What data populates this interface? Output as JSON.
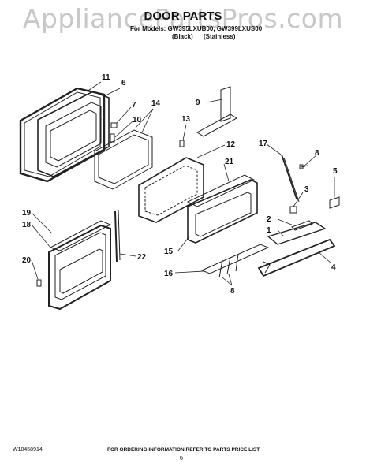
{
  "watermark": "AppliancePartsPros.com",
  "header": {
    "title": "DOOR PARTS",
    "models_prefix": "For Models: GW395LXUB00, GW399LXUS00",
    "variant_black": "(Black)",
    "variant_stainless": "(Stainless)"
  },
  "callouts": [
    "11",
    "6",
    "7",
    "14",
    "10",
    "9",
    "13",
    "12",
    "21",
    "17",
    "8",
    "5",
    "3",
    "2",
    "1",
    "4",
    "19",
    "18",
    "20",
    "22",
    "15",
    "16",
    "8"
  ],
  "footer": {
    "doc_number": "W10458914",
    "page_number": "6",
    "note": "FOR ORDERING INFORMATION REFER TO PARTS PRICE LIST"
  }
}
